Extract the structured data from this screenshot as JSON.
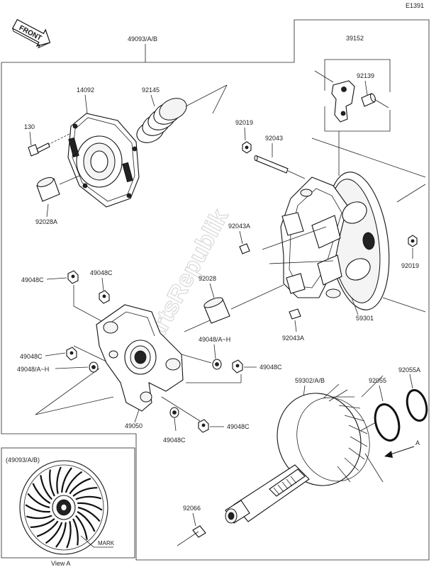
{
  "diagram_code": "E1391",
  "front_badge": "FRONT",
  "watermark": "PartsRepublik",
  "parts": {
    "p49093": "49093/A/B",
    "p39152": "39152",
    "p92139": "92139",
    "p14092": "14092",
    "p92145": "92145",
    "p130": "130",
    "p92028A": "92028A",
    "p92019_top": "92019",
    "p92043": "92043",
    "p92043A_top": "92043A",
    "p92019_right": "92019",
    "p49048C_a": "49048C",
    "p49048C_b": "49048C",
    "p92028": "92028",
    "p59301": "59301",
    "p92043A_bottom": "92043A",
    "p49048AH_a": "49048/A~H",
    "p49048C_c": "49048C",
    "p49048C_d": "49048C",
    "p49048AH_b": "49048/A~H",
    "p49050": "49050",
    "p49048C_e": "49048C",
    "p49048C_f": "49048C",
    "p59302": "59302/A/B",
    "p92055": "92055",
    "p92055A": "92055A",
    "arrow_a": "A",
    "p92066": "92066"
  },
  "inset": {
    "title": "(49093/A/B)",
    "mark": "MARK",
    "caption": "View A"
  }
}
